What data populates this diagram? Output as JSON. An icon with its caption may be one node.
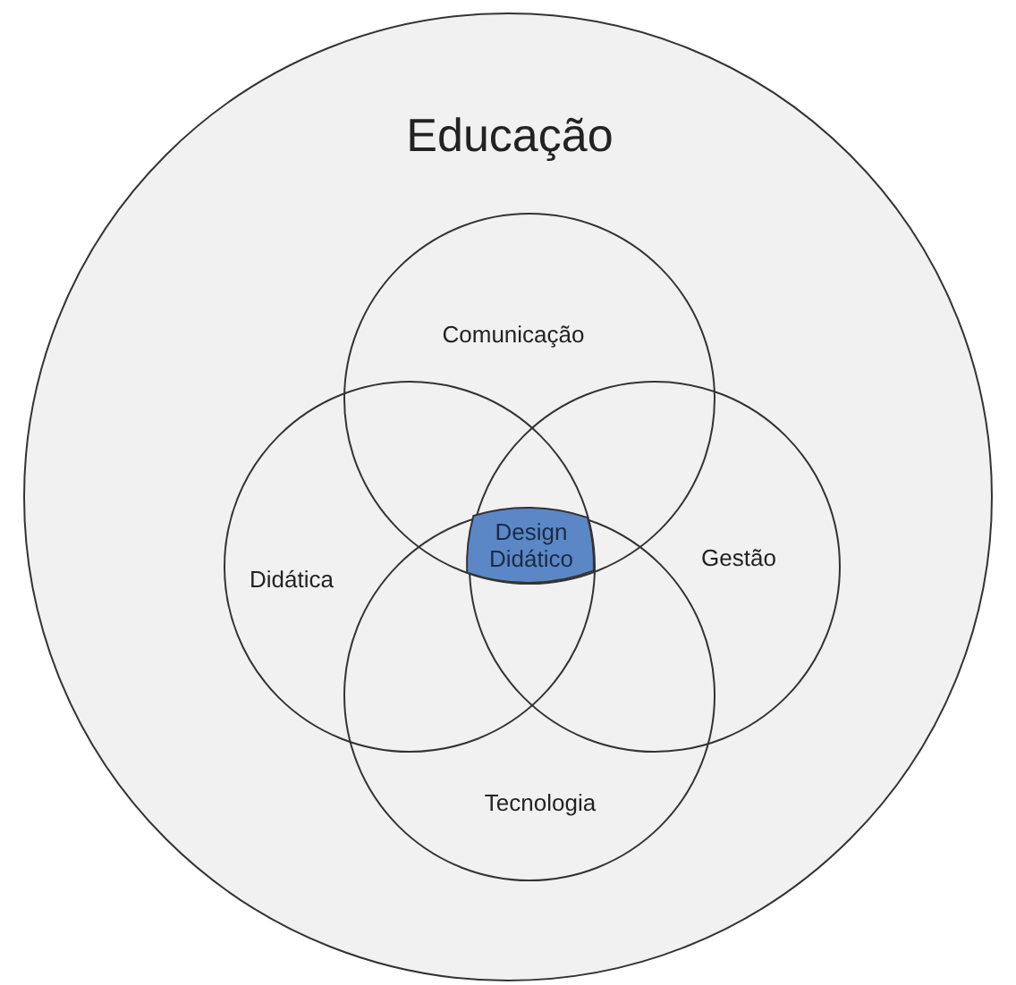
{
  "diagram": {
    "nodes": [
      {
        "text": [
          "Educação"
        ]
      },
      {
        "text": [
          "Comunicação"
        ],
        "in": 0
      },
      {
        "text": [
          "Didática"
        ],
        "in": 0
      },
      {
        "text": [
          "Gestão"
        ],
        "in": 0
      },
      {
        "text": [
          "Tecnologia"
        ],
        "in": 0
      },
      {
        "text": [
          "Design Didático"
        ]
      }
    ]
  }
}
